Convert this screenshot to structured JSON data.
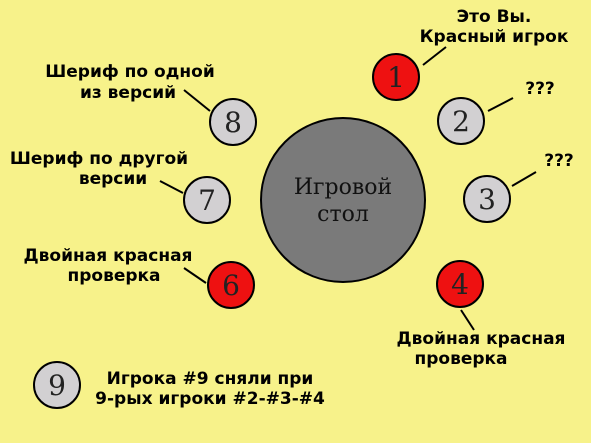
{
  "colors": {
    "background": "#f7f28a",
    "seat_default": "#d2d0d2",
    "seat_red": "#ee1111",
    "table": "#7a7a7a",
    "stroke": "#000000"
  },
  "table": {
    "lines": [
      "Игровой",
      "стол"
    ]
  },
  "seats": [
    {
      "num": "1",
      "red": true
    },
    {
      "num": "2",
      "red": false
    },
    {
      "num": "3",
      "red": false
    },
    {
      "num": "4",
      "red": true
    },
    {
      "num": "6",
      "red": true
    },
    {
      "num": "7",
      "red": false
    },
    {
      "num": "8",
      "red": false
    },
    {
      "num": "9",
      "red": false
    }
  ],
  "labels": {
    "seat1": [
      "Это Вы.",
      "Красный игрок"
    ],
    "seat2": [
      "???"
    ],
    "seat3": [
      "???"
    ],
    "seat4": [
      "Двойная красная",
      "проверка"
    ],
    "seat6": [
      "Двойная красная",
      "проверка"
    ],
    "seat7": [
      "Шериф по другой",
      "версии"
    ],
    "seat8": [
      "Шериф по одной",
      "из версий"
    ],
    "seat9": [
      "Игрока #9 сняли при",
      "9-рых игроки #2-#3-#4"
    ]
  }
}
